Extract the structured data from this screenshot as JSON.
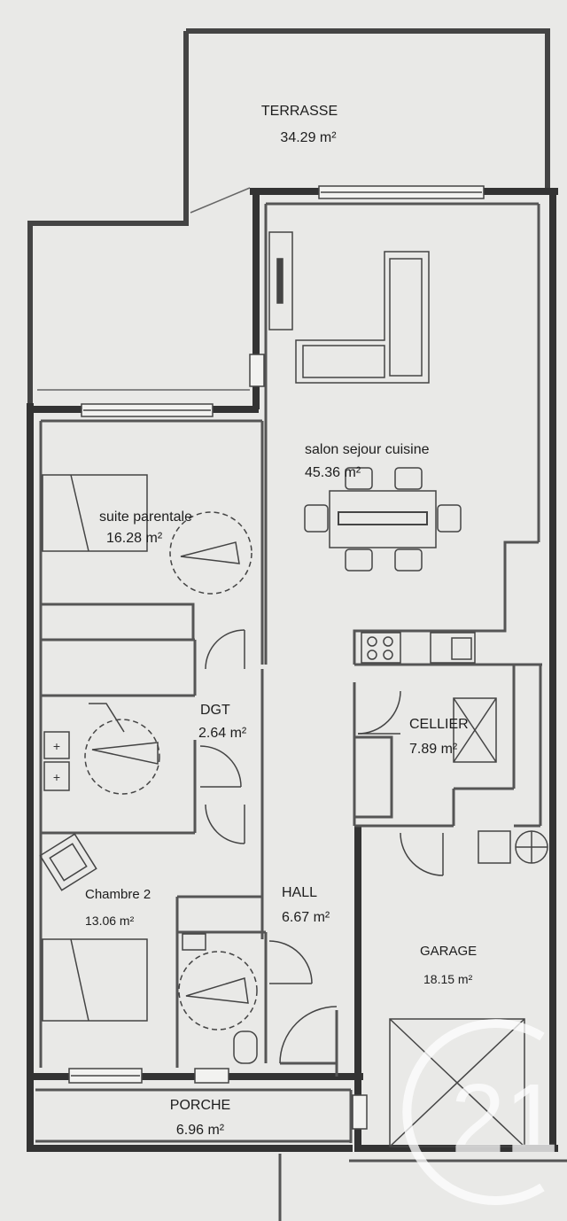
{
  "plan": {
    "rooms": {
      "terrasse": {
        "name": "TERRASSE",
        "area": "34.29 m²"
      },
      "salon": {
        "name": "salon sejour cuisine",
        "area": "45.36 m²"
      },
      "suite": {
        "name": "suite parentale",
        "area": "16.28 m²"
      },
      "dgt": {
        "name": "DGT",
        "area": "2.64 m²"
      },
      "cellier": {
        "name": "CELLIER",
        "area": "7.89 m²"
      },
      "chambre2": {
        "name": "Chambre 2",
        "area": "13.06 m²"
      },
      "hall": {
        "name": "HALL",
        "area": "6.67 m²"
      },
      "garage": {
        "name": "GARAGE",
        "area": "18.15 m²"
      },
      "porche": {
        "name": "PORCHE",
        "area": "6.96 m²"
      }
    },
    "watermark": {
      "text": "21"
    },
    "colors": {
      "wall": "#3a3a3a",
      "thin_line": "#555555",
      "paper": "#e9e9e7",
      "watermark": "#ffffff"
    }
  }
}
